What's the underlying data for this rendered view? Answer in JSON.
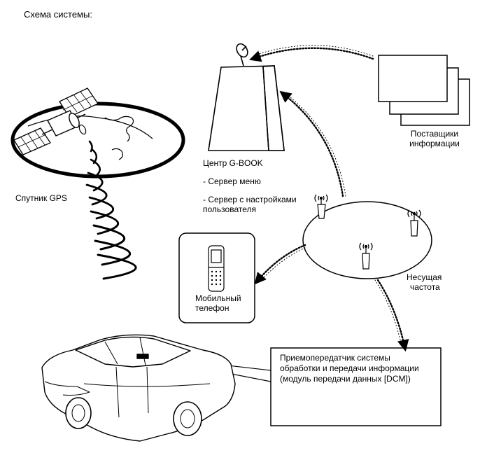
{
  "header": {
    "title": "Схема системы:"
  },
  "gps": {
    "label": "Спутник GPS"
  },
  "center": {
    "name": "Центр G-BOOK",
    "items": [
      "- Сервер меню",
      "- Сервер с настройками",
      "пользователя"
    ]
  },
  "providers": {
    "line1": "Поставщики",
    "line2": "информации"
  },
  "carrier": {
    "line1": "Несущая",
    "line2": "частота"
  },
  "phone": {
    "line1": "Мобильный",
    "line2": "телефон"
  },
  "dcm": {
    "text": "Приемопередатчик системы обработки и передачи информации (модуль передачи данных [DCM])"
  }
}
